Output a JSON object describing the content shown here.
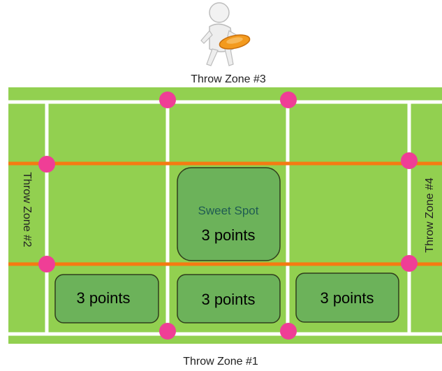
{
  "labels": {
    "zone1": "Throw Zone #1",
    "zone2": "Throw Zone #2",
    "zone3": "Throw Zone #3",
    "zone4": "Throw Zone #4",
    "sweet_spot_title": "Sweet Spot",
    "sweet_spot_points": "3 points",
    "box_left_points": "3 points",
    "box_center_points": "3 points",
    "box_right_points": "3 points"
  },
  "colors": {
    "field": "#92d050",
    "lines": "#ffffff",
    "orange_lines": "#f57a12",
    "markers": "#ef3e96",
    "boxes": "#6cb25a",
    "box_border": "#2f3e1c",
    "sweet_spot_text": "#1f5b52",
    "frisbee": "#f39a1e"
  },
  "icons": {
    "figure": "person-throwing-frisbee-icon"
  }
}
